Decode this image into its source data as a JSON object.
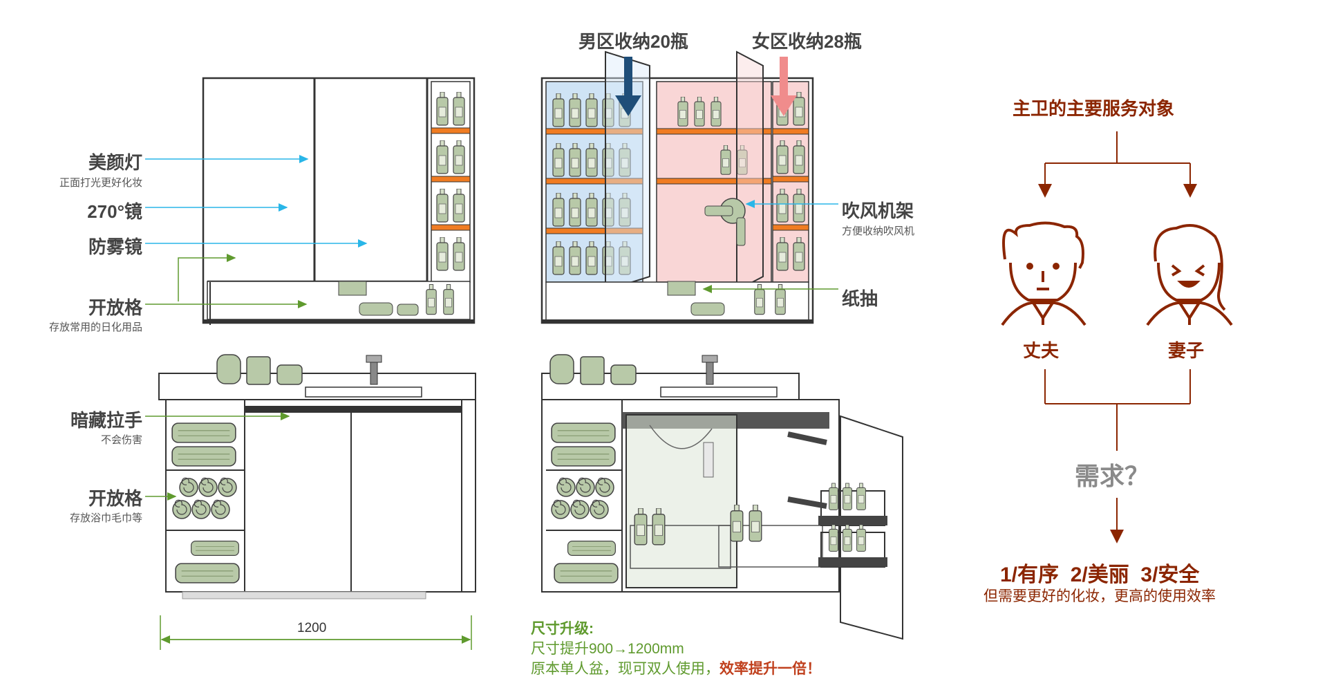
{
  "left_labels": {
    "beauty_light": {
      "title": "美颜灯",
      "sub": "正面打光更好化妆"
    },
    "mirror_270": {
      "title": "270°镜"
    },
    "antifog": {
      "title": "防雾镜"
    },
    "open_shelf_top": {
      "title": "开放格",
      "sub": "存放常用的日化用品"
    },
    "hidden_handle": {
      "title": "暗藏拉手",
      "sub": "不会伤害"
    },
    "open_shelf_bottom": {
      "title": "开放格",
      "sub": "存放浴巾毛巾等"
    }
  },
  "dimension": {
    "value": "1200"
  },
  "zones": {
    "male": {
      "label": "男区收纳20瓶",
      "color": "#1f4e79"
    },
    "female": {
      "label": "女区收纳28瓶",
      "color": "#f08c8c"
    }
  },
  "right_labels": {
    "hair_dryer": {
      "title": "吹风机架",
      "sub": "方便收纳吹风机"
    },
    "tissue": {
      "title": "纸抽"
    }
  },
  "upgrade": {
    "heading": "尺寸升级:",
    "line1": "尺寸提升900→1200mm",
    "line2_pre": "原本单人盆，现可双人使用，",
    "line2_em": "效率提升一倍！"
  },
  "flow": {
    "title": "主卫的主要服务对象",
    "husband": "丈夫",
    "wife": "妻子",
    "question": "需求？",
    "goals": "1/有序  2/美丽  3/安全",
    "goals_sub": "但需要更好的化妆，更高的使用效率"
  },
  "colors": {
    "blue_arrow": "#29b6e8",
    "green_arrow": "#5f9a2e",
    "dark_red": "#8b2500",
    "shelf_orange": "#f07c22",
    "bottle_green": "#b8c9a8",
    "male_tint": "#cfe3f5",
    "female_tint": "#f9d6d6"
  }
}
